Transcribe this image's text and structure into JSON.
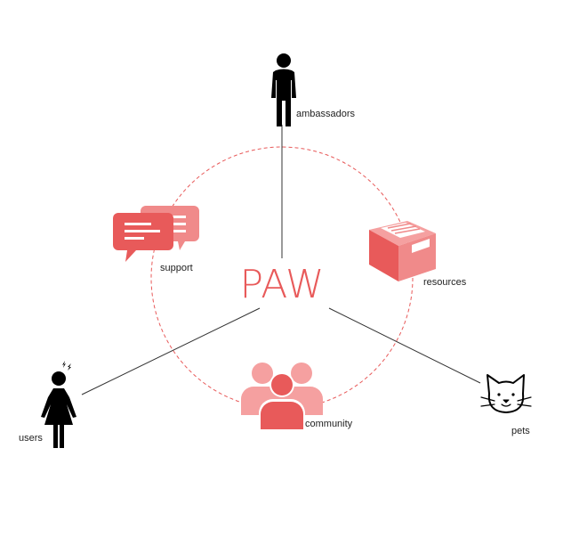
{
  "center": {
    "title": "PAW"
  },
  "nodes": {
    "ambassadors": {
      "label": "ambassadors",
      "icon": "man-icon"
    },
    "support": {
      "label": "support",
      "icon": "chat-bubbles-icon"
    },
    "resources": {
      "label": "resources",
      "icon": "box-icon"
    },
    "community": {
      "label": "community",
      "icon": "group-icon"
    },
    "users": {
      "label": "users",
      "icon": "woman-icon"
    },
    "pets": {
      "label": "pets",
      "icon": "cat-icon"
    }
  },
  "colors": {
    "accent": "#e85a5a",
    "accent_light": "#f08a8a",
    "line": "#333333",
    "icon_dark": "#000000"
  }
}
